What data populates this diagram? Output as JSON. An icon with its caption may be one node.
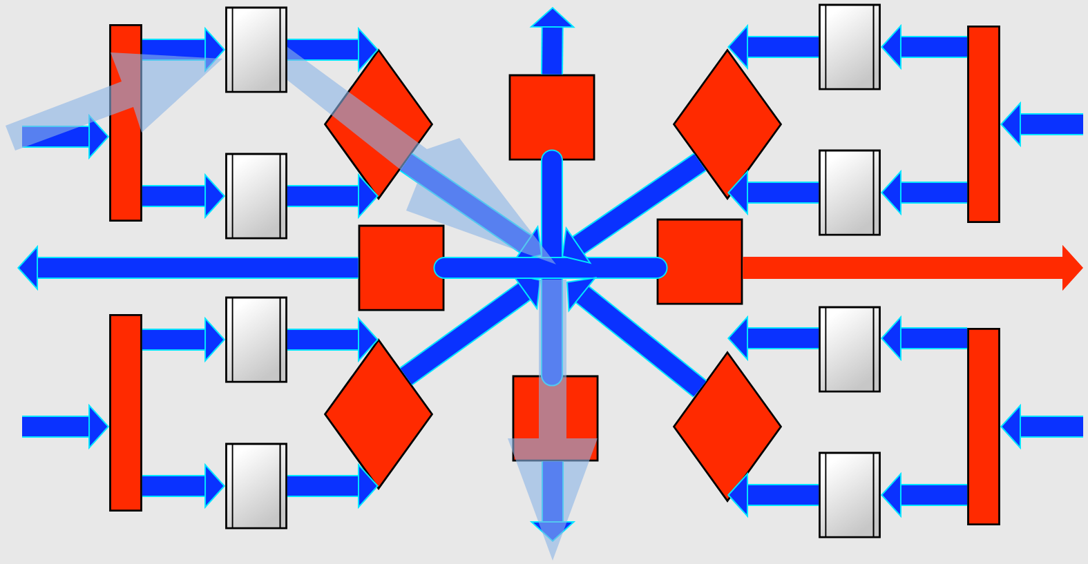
{
  "diagram": {
    "nodes": [
      {
        "text": [],
        "shape": "bar"
      },
      {
        "text": [],
        "shape": "box"
      },
      {
        "text": [],
        "shape": "box"
      },
      {
        "text": [],
        "shape": "diamond"
      },
      {
        "text": [],
        "shape": "bar"
      },
      {
        "text": [],
        "shape": "box"
      },
      {
        "text": [],
        "shape": "box"
      },
      {
        "text": [],
        "shape": "diamond"
      },
      {
        "text": [],
        "shape": "square"
      },
      {
        "text": [],
        "shape": "square"
      },
      {
        "text": [],
        "shape": "square"
      },
      {
        "text": [],
        "shape": "square"
      },
      {
        "text": [],
        "shape": "diamond"
      },
      {
        "text": [],
        "shape": "box"
      },
      {
        "text": [],
        "shape": "box"
      },
      {
        "text": [],
        "shape": "bar"
      },
      {
        "text": [],
        "shape": "diamond"
      },
      {
        "text": [],
        "shape": "box"
      },
      {
        "text": [],
        "shape": "box"
      },
      {
        "text": [],
        "shape": "bar"
      }
    ],
    "edges": [
      {
        "from": null,
        "to": 0,
        "arrow": "to"
      },
      {
        "from": 0,
        "to": 1,
        "arrow": "to"
      },
      {
        "from": 0,
        "to": 2,
        "arrow": "to"
      },
      {
        "from": 1,
        "to": 3,
        "arrow": "to"
      },
      {
        "from": 2,
        "to": 3,
        "arrow": "to"
      },
      {
        "from": 3,
        "to": null,
        "arrow": "to"
      },
      {
        "from": null,
        "to": 4,
        "arrow": "to"
      },
      {
        "from": 4,
        "to": 5,
        "arrow": "to"
      },
      {
        "from": 4,
        "to": 6,
        "arrow": "to"
      },
      {
        "from": 5,
        "to": 7,
        "arrow": "to"
      },
      {
        "from": 6,
        "to": 7,
        "arrow": "to"
      },
      {
        "from": 7,
        "to": null,
        "arrow": "to"
      },
      {
        "from": 8,
        "to": null,
        "arrow": "to"
      },
      {
        "from": 8,
        "to": 11,
        "arrow": "none"
      },
      {
        "from": 9,
        "to": null,
        "arrow": "to"
      },
      {
        "from": 9,
        "to": 10,
        "arrow": "none"
      },
      {
        "from": 10,
        "to": null,
        "arrow": "to",
        "color": "#ff2a00"
      },
      {
        "from": 11,
        "to": null,
        "arrow": "to"
      },
      {
        "from": null,
        "to": 15,
        "arrow": "to"
      },
      {
        "from": 15,
        "to": 13,
        "arrow": "to"
      },
      {
        "from": 15,
        "to": 14,
        "arrow": "to"
      },
      {
        "from": 13,
        "to": 12,
        "arrow": "to"
      },
      {
        "from": 14,
        "to": 12,
        "arrow": "to"
      },
      {
        "from": 12,
        "to": null,
        "arrow": "to"
      },
      {
        "from": null,
        "to": 19,
        "arrow": "to"
      },
      {
        "from": 19,
        "to": 17,
        "arrow": "to"
      },
      {
        "from": 19,
        "to": 18,
        "arrow": "to"
      },
      {
        "from": 17,
        "to": 16,
        "arrow": "to"
      },
      {
        "from": 18,
        "to": 16,
        "arrow": "to"
      },
      {
        "from": 16,
        "to": null,
        "arrow": "to"
      },
      {
        "from": 1,
        "to": null,
        "arrow": "to",
        "color": "#8ab4e6"
      }
    ]
  }
}
